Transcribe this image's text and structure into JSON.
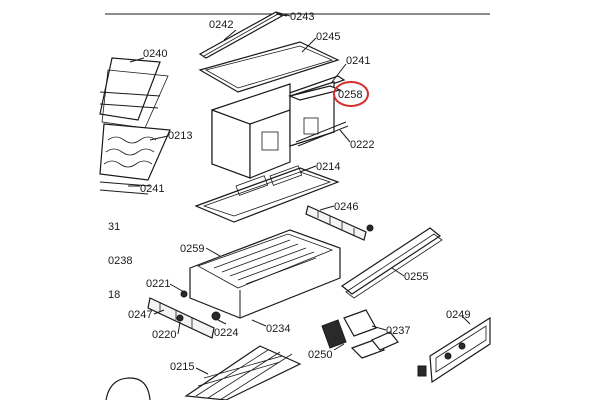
{
  "diagram": {
    "labels": {
      "p0243": "0243",
      "p0242": "0242",
      "p0245": "0245",
      "p0240": "0240",
      "p0241a": "0241",
      "p0258": "0258",
      "p0213": "0213",
      "p0222": "0222",
      "p0214": "0214",
      "p0241b": "0241",
      "p0246": "0246",
      "p31": "31",
      "p0259": "0259",
      "p0238": "0238",
      "p0255": "0255",
      "p0221": "0221",
      "p18": "18",
      "p0249": "0249",
      "p0247": "0247",
      "p0237": "0237",
      "p0220": "0220",
      "p0224": "0224",
      "p0234": "0234",
      "p0250": "0250",
      "p0215": "0215"
    },
    "highlight": {
      "target": "0258",
      "color": "#d32f2f"
    }
  }
}
